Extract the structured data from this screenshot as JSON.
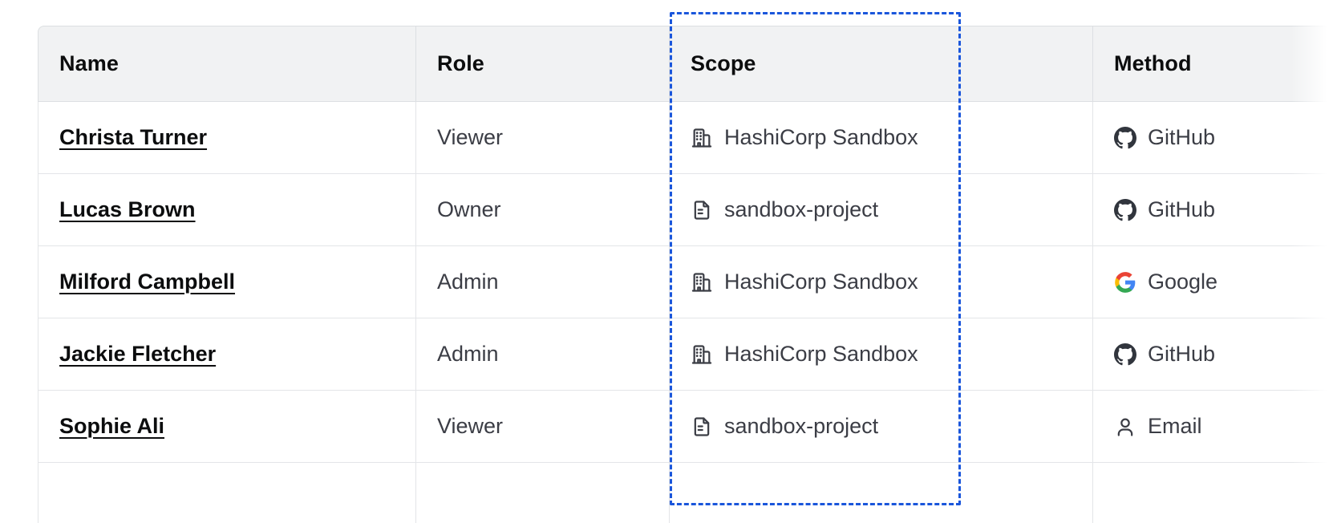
{
  "table": {
    "columns": [
      {
        "key": "name",
        "label": "Name"
      },
      {
        "key": "role",
        "label": "Role"
      },
      {
        "key": "scope",
        "label": "Scope"
      },
      {
        "key": "method",
        "label": "Method"
      }
    ],
    "rows": [
      {
        "name": "Christa Turner",
        "role": "Viewer",
        "scope": "HashiCorp Sandbox",
        "scope_icon": "organization-building-icon",
        "method": "GitHub",
        "method_icon": "github-icon"
      },
      {
        "name": "Lucas Brown",
        "role": "Owner",
        "scope": "sandbox-project",
        "scope_icon": "project-document-icon",
        "method": "GitHub",
        "method_icon": "github-icon"
      },
      {
        "name": "Milford Campbell",
        "role": "Admin",
        "scope": "HashiCorp Sandbox",
        "scope_icon": "organization-building-icon",
        "method": "Google",
        "method_icon": "google-icon"
      },
      {
        "name": "Jackie Fletcher",
        "role": "Admin",
        "scope": "HashiCorp Sandbox",
        "scope_icon": "organization-building-icon",
        "method": "GitHub",
        "method_icon": "github-icon"
      },
      {
        "name": "Sophie Ali",
        "role": "Viewer",
        "scope": "sandbox-project",
        "scope_icon": "project-document-icon",
        "method": "Email",
        "method_icon": "person-icon"
      }
    ]
  },
  "highlight": {
    "target_column": "Scope",
    "color": "#1a56db",
    "style": "dashed"
  },
  "colors": {
    "header_bg": "#f1f2f3",
    "header_text": "#0c0d0e",
    "body_text": "#3b3d45",
    "link_text": "#0c0d0e",
    "border": "#e3e5e8",
    "icon_dark": "#3b3d45",
    "github": "#31353d",
    "google_blue": "#4285f4",
    "google_red": "#ea4335",
    "google_yellow": "#fbbc05",
    "google_green": "#34a853"
  }
}
